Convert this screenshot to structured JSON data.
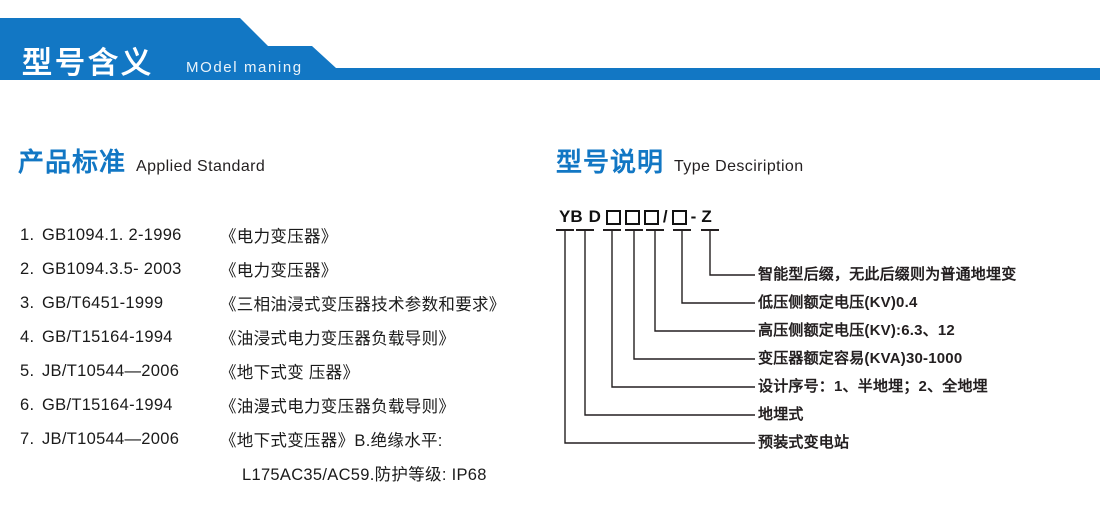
{
  "banner": {
    "title": "型号含义",
    "subtitle": "MOdel maning",
    "color": "#1277c4"
  },
  "sections": {
    "standard": {
      "cn": "产品标准",
      "en": "Applied Standard"
    },
    "type": {
      "cn": "型号说明",
      "en": "Type Desciription"
    }
  },
  "standards": [
    {
      "num": "1.",
      "code": "GB1094.1. 2-1996",
      "title": "《电力变压器》"
    },
    {
      "num": "2.",
      "code": "GB1094.3.5- 2003",
      "title": "《电力变压器》"
    },
    {
      "num": "3.",
      "code": "GB/T6451-1999",
      "title": "《三相油浸式变压器技术参数和要求》"
    },
    {
      "num": "4.",
      "code": "GB/T15164-1994",
      "title": "《油浸式电力变压器负载导则》"
    },
    {
      "num": "5.",
      "code": "JB/T10544—2006",
      "title": "《地下式变 压器》"
    },
    {
      "num": "6.",
      "code": "GB/T15164-1994",
      "title": "《油漫式电力变压器负载导则》"
    },
    {
      "num": "7.",
      "code": "JB/T10544—2006",
      "title": "《地下式变压器》B.绝缘水平:"
    },
    {
      "num": "",
      "code": "",
      "title": "L175AC35/AC59.防护等级: IP68"
    }
  ],
  "type_code": {
    "parts": [
      "YB",
      "D",
      "□",
      "□",
      "□",
      "/",
      "□",
      "-",
      "Z"
    ],
    "labels": [
      "智能型后缀，无此后缀则为普通地埋变",
      "低压侧额定电压(KV)0.4",
      "高压侧额定电压(KV):6.3、12",
      "变压器额定容易(KVA)30-1000",
      "设计序号：1、半地埋；2、全地埋",
      "地埋式",
      "预装式变电站"
    ]
  }
}
